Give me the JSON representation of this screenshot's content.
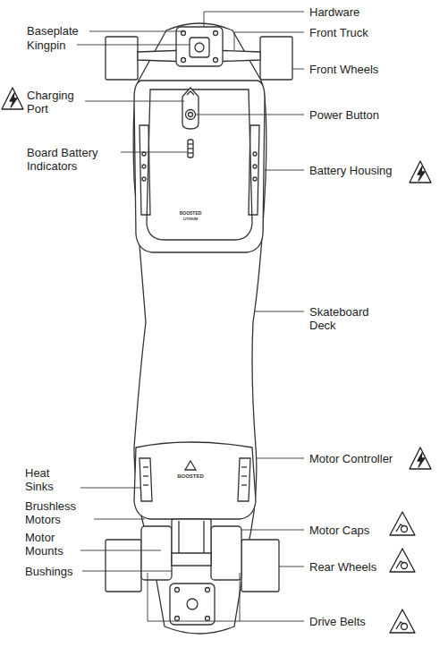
{
  "diagram": {
    "labels": [
      "Hardware",
      "Baseplate",
      "Kingpin",
      "Front Truck",
      "Front Wheels",
      "Charging Port",
      "Power Button",
      "Board Battery Indicators",
      "Battery Housing",
      "Skateboard Deck",
      "Motor Controller",
      "Heat Sinks",
      "Brushless Motors",
      "Motor Mounts",
      "Bushings",
      "Motor Caps",
      "Rear Wheels",
      "Drive Belts",
      "BOOSTED",
      "LITHIUM",
      "BOOSTED"
    ]
  }
}
